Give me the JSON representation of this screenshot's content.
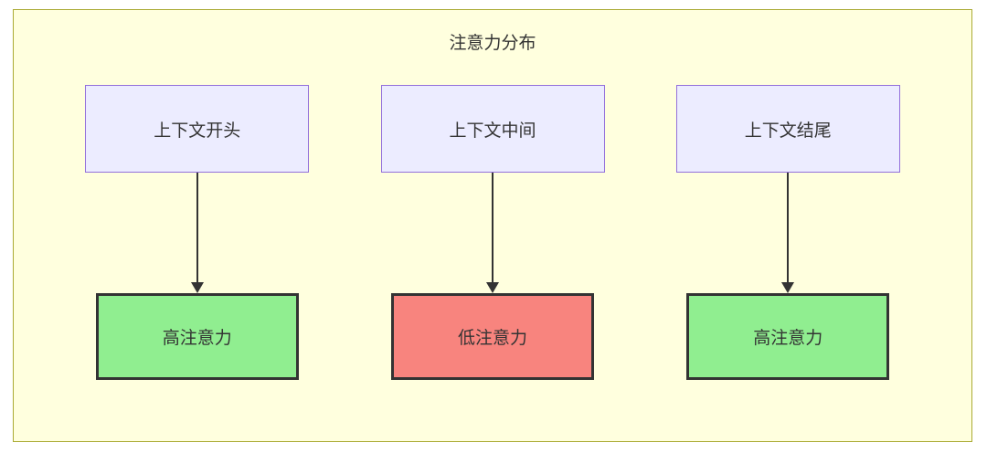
{
  "diagram": {
    "title": "注意力分布",
    "columns": [
      {
        "source": "上下文开头",
        "target": "高注意力",
        "attention_level": "high"
      },
      {
        "source": "上下文中间",
        "target": "低注意力",
        "attention_level": "low"
      },
      {
        "source": "上下文结尾",
        "target": "高注意力",
        "attention_level": "high"
      }
    ],
    "colors": {
      "container_fill": "#ffffde",
      "container_border": "#aaaa33",
      "source_fill": "#ECECFF",
      "source_border": "#9370DB",
      "high_attention_fill": "#90EE90",
      "low_attention_fill": "#F8847E",
      "node_border": "#333333",
      "arrow": "#333333",
      "text": "#333333"
    }
  }
}
